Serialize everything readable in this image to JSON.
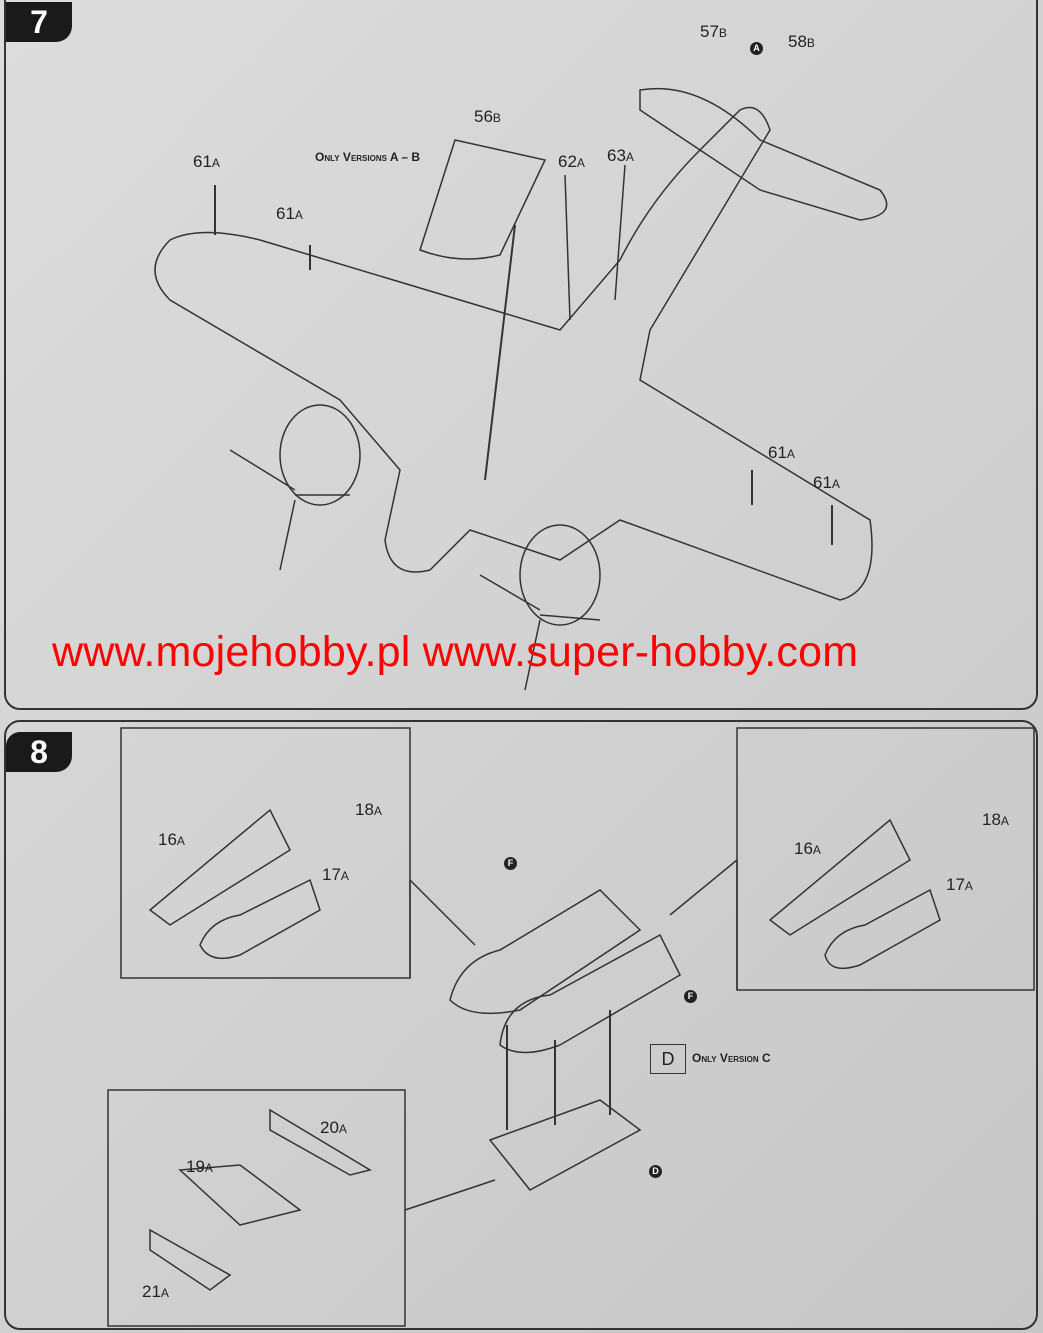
{
  "step7": {
    "number": "7",
    "note": "Only Versions A – B",
    "labels": {
      "p57": "57",
      "p57s": "B",
      "p58": "58",
      "p58s": "B",
      "p56": "56",
      "p56s": "B",
      "p62": "62",
      "p62s": "A",
      "p63": "63",
      "p63s": "A",
      "p61": "61",
      "p61s": "A",
      "marker_a": "A"
    }
  },
  "watermark": "www.mojehobby.pl www.super-hobby.com",
  "step8": {
    "number": "8",
    "note": "Only Version C",
    "version_box": "D",
    "labels": {
      "p18": "18",
      "p18s": "A",
      "p16": "16",
      "p16s": "A",
      "p17": "17",
      "p17s": "A",
      "p20": "20",
      "p20s": "A",
      "p19": "19",
      "p19s": "A",
      "p21": "21",
      "p21s": "A",
      "marker_f": "F",
      "marker_d": "D"
    }
  }
}
